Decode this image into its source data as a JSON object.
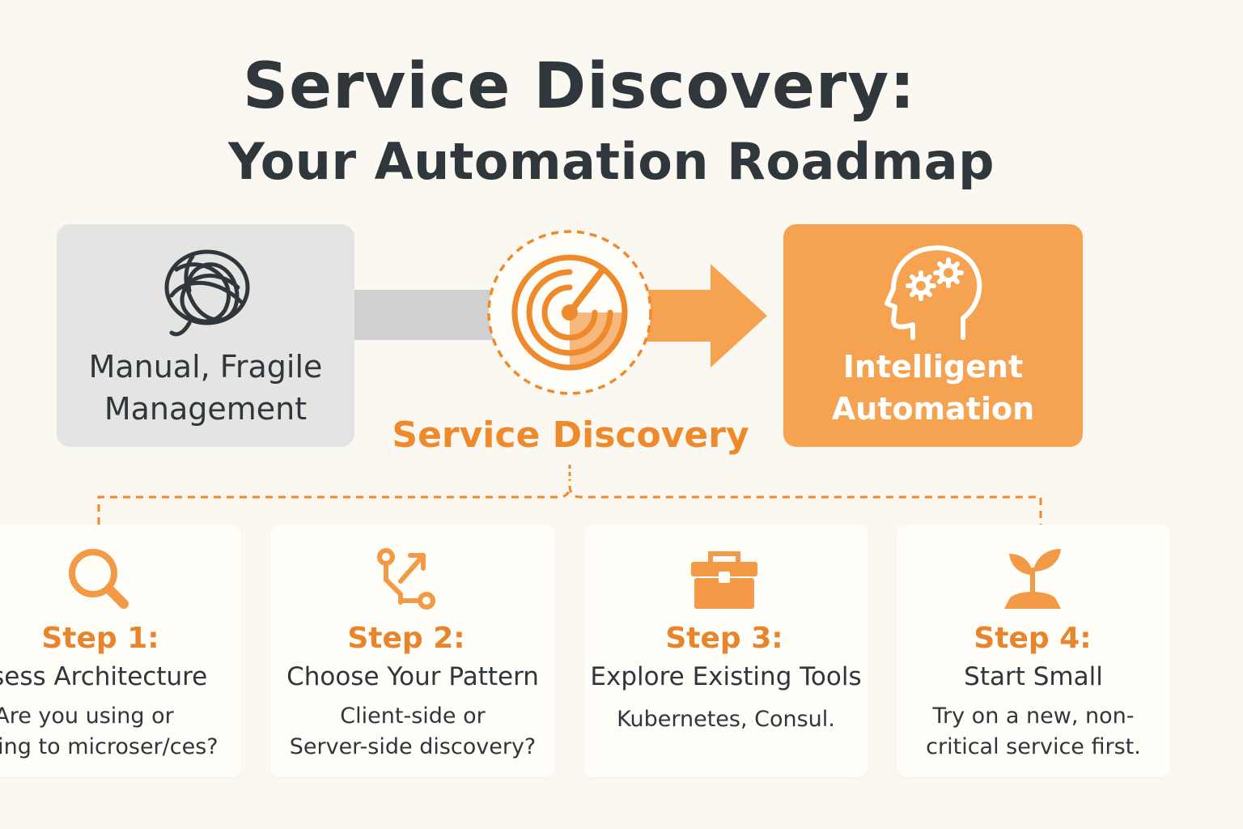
{
  "title": {
    "main": "Service Discovery:",
    "sub": "Your Automation Roadmap"
  },
  "flow": {
    "start": {
      "label_line1": "Manual, Fragile",
      "label_line2": "Management",
      "icon": "tangled-knot-icon"
    },
    "hub": {
      "label": "Service Discovery",
      "icon": "radar-icon"
    },
    "end": {
      "label_line1": "Intelligent",
      "label_line2": "Automation",
      "icon": "brain-gears-icon"
    }
  },
  "steps": [
    {
      "step": "Step 1:",
      "name": "Assess Architecture",
      "desc_line1": "Are you using or",
      "desc_line2": "moving to microser/ces?",
      "icon": "magnifier-icon"
    },
    {
      "step": "Step 2:",
      "name": "Choose Your Pattern",
      "desc_line1": "Client-side or",
      "desc_line2": "Server-side discovery?",
      "icon": "branch-icon"
    },
    {
      "step": "Step 3:",
      "name": "Explore Existing Tools",
      "desc_line1": "Kubernetes, Consul.",
      "desc_line2": "",
      "icon": "toolbox-icon"
    },
    {
      "step": "Step 4:",
      "name": "Start Small",
      "desc_line1": "Try on a new, non-",
      "desc_line2": "critical service first.",
      "icon": "sprout-icon"
    }
  ],
  "colors": {
    "accent": "#ef8a2c",
    "accent_box": "#f5a251",
    "text_dark": "#2f363c",
    "gray_box": "#e4e4e2",
    "background": "#fbf8f1"
  }
}
